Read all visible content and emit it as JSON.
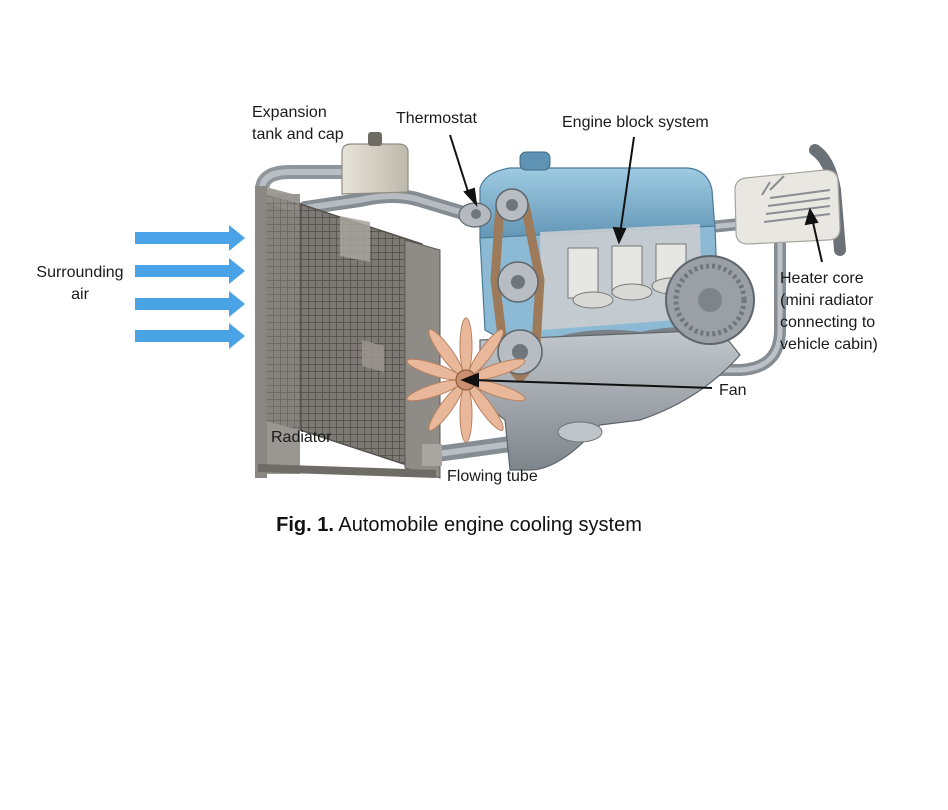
{
  "labels": {
    "expansion_tank_line1": "Expansion",
    "expansion_tank_line2": "tank and cap",
    "thermostat": "Thermostat",
    "engine_block": "Engine block system",
    "surrounding_air_line1": "Surrounding",
    "surrounding_air_line2": "air",
    "heater_core_line1": "Heater core",
    "heater_core_line2": "(mini radiator",
    "heater_core_line3": "connecting to",
    "heater_core_line4": "vehicle cabin)",
    "fan": "Fan",
    "radiator": "Radiator",
    "flowing_tube": "Flowing tube"
  },
  "caption": {
    "prefix": "Fig. 1.",
    "text": " Automobile engine cooling system"
  },
  "colors": {
    "air_arrow": "#4aa3e6",
    "engine_blue": "#7fb2cf",
    "metal": "#a7adb3",
    "radiator": "#8d8a86",
    "belt": "#9c7a5a",
    "fan_blade": "#e9b89a"
  }
}
